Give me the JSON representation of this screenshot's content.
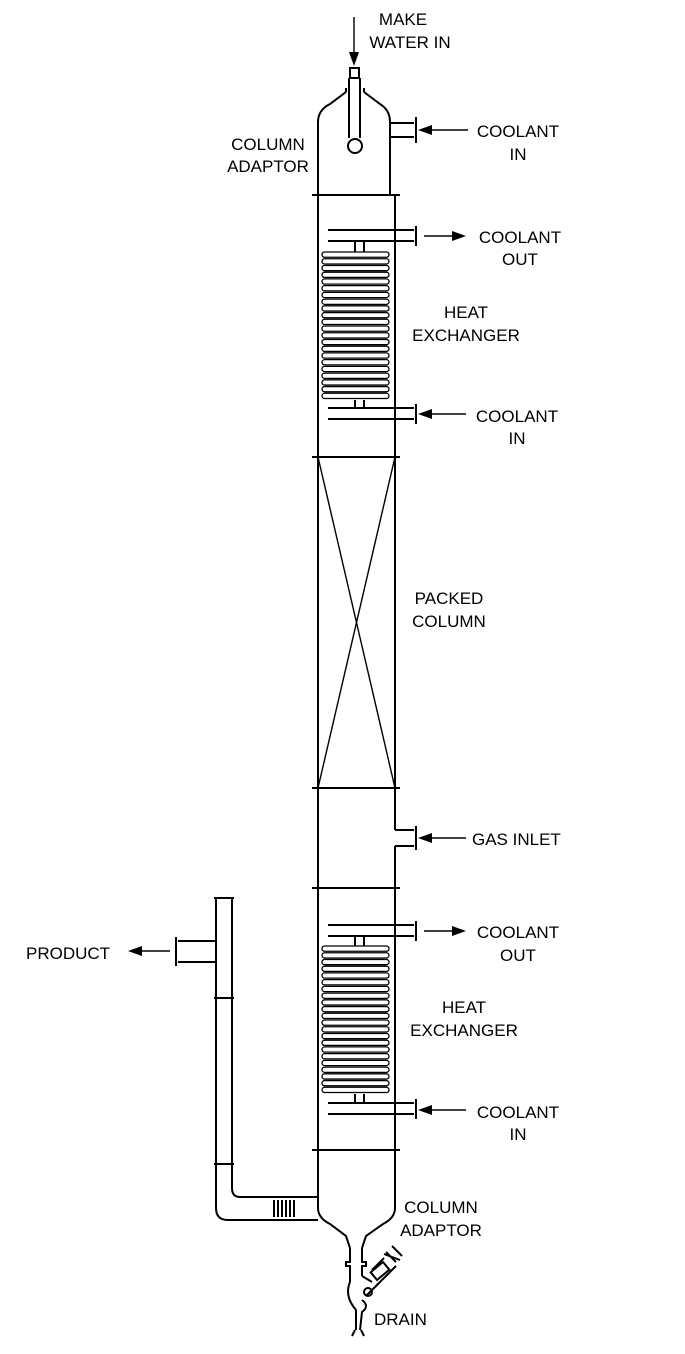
{
  "labels": {
    "make_water_in": [
      "MAKE",
      "WATER IN"
    ],
    "column_adaptor_top": [
      "COLUMN",
      "ADAPTOR"
    ],
    "coolant_in_top": [
      "COOLANT",
      "IN"
    ],
    "coolant_out_upper": [
      "COOLANT",
      "OUT"
    ],
    "heat_exchanger_upper": [
      "HEAT",
      "EXCHANGER"
    ],
    "coolant_in_upper": [
      "COOLANT",
      "IN"
    ],
    "packed_column": [
      "PACKED",
      "COLUMN"
    ],
    "gas_inlet": "GAS INLET",
    "product": "PRODUCT",
    "coolant_out_lower": [
      "COOLANT",
      "OUT"
    ],
    "heat_exchanger_lower": [
      "HEAT",
      "EXCHANGER"
    ],
    "coolant_in_lower": [
      "COOLANT",
      "IN"
    ],
    "column_adaptor_bottom": [
      "COLUMN",
      "ADAPTOR"
    ],
    "drain": "DRAIN"
  },
  "colors": {
    "line": "#000000",
    "background": "#ffffff"
  }
}
